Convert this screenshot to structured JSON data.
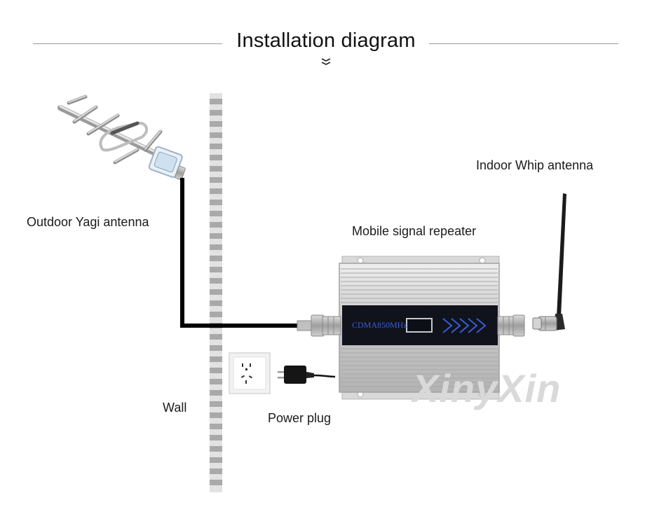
{
  "header": {
    "title": "Installation diagram"
  },
  "labels": {
    "outdoor_antenna": "Outdoor Yagi antenna",
    "indoor_antenna": "Indoor Whip antenna",
    "repeater": "Mobile signal repeater",
    "wall": "Wall",
    "power_plug": "Power plug"
  },
  "repeater_panel": {
    "model": "CDMA850MHz"
  },
  "watermark": "XinyXin",
  "colors": {
    "cable": "#000000",
    "wall_light": "#e2e2e2",
    "wall_dark": "#a9a9a9",
    "panel": "#10131c",
    "panel_text": "#3b5bd8"
  }
}
